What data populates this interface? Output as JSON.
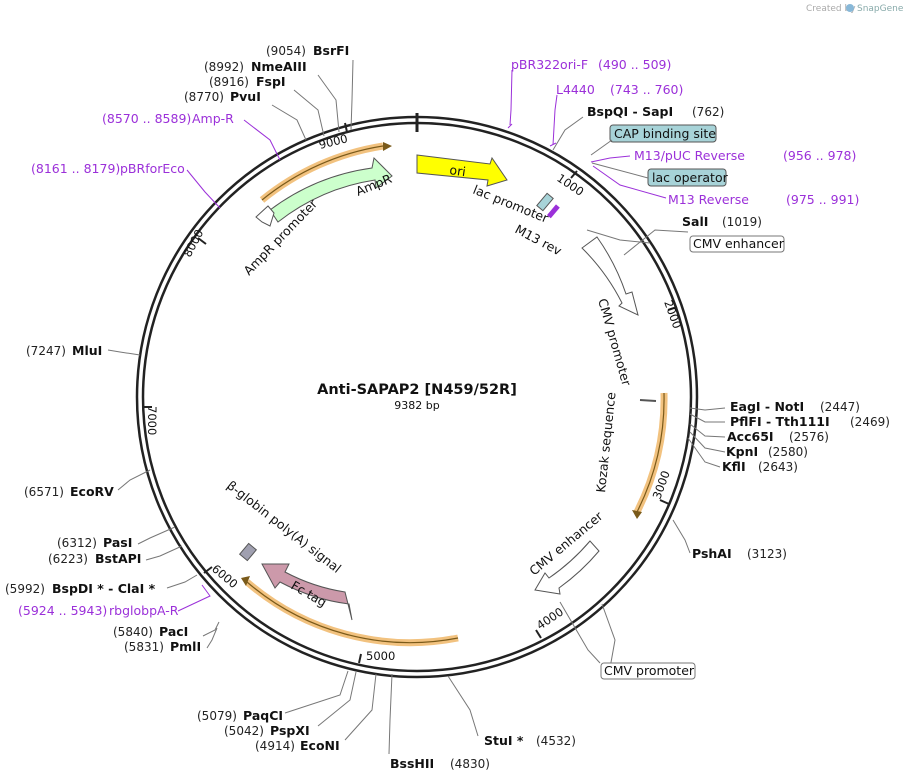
{
  "header": {
    "created_by": "Created by",
    "brand": "SnapGene"
  },
  "map": {
    "name": "Anti-SAPAP2 [N459/52R]",
    "length": "9382 bp"
  },
  "ticks": [
    "1000",
    "2000",
    "3000",
    "4000",
    "5000",
    "6000",
    "7000",
    "8000",
    "9000"
  ],
  "enzymes": [
    {
      "pos": "(9054)",
      "name": "BsrFI"
    },
    {
      "pos": "(8992)",
      "name": "NmeAIII"
    },
    {
      "pos": "(8916)",
      "name": "FspI"
    },
    {
      "pos": "(8770)",
      "name": "PvuI"
    },
    {
      "pos": "(762)",
      "name": "BspQI - SapI"
    },
    {
      "pos": "(1019)",
      "name": "SalI"
    },
    {
      "pos": "(2447)",
      "name": "EagI - NotI"
    },
    {
      "pos": "(2469)",
      "name": "PflFI - Tth111I"
    },
    {
      "pos": "(2576)",
      "name": "Acc65I"
    },
    {
      "pos": "(2580)",
      "name": "KpnI"
    },
    {
      "pos": "(2643)",
      "name": "KflI"
    },
    {
      "pos": "(3123)",
      "name": "PshAI"
    },
    {
      "pos": "(4532)",
      "name": "StuI *"
    },
    {
      "pos": "(4830)",
      "name": "BssHII"
    },
    {
      "pos": "(4914)",
      "name": "EcoNI"
    },
    {
      "pos": "(5042)",
      "name": "PspXI"
    },
    {
      "pos": "(5079)",
      "name": "PaqCI"
    },
    {
      "pos": "(5831)",
      "name": "PmlI"
    },
    {
      "pos": "(5840)",
      "name": "PacI"
    },
    {
      "pos": "(5992)",
      "name": "BspDI * - ClaI *"
    },
    {
      "pos": "(6223)",
      "name": "BstAPI"
    },
    {
      "pos": "(6312)",
      "name": "PasI"
    },
    {
      "pos": "(6571)",
      "name": "EcoRV"
    },
    {
      "pos": "(7247)",
      "name": "MluI"
    }
  ],
  "primers": [
    {
      "name": "pBR322ori-F",
      "range": "(490 .. 509)"
    },
    {
      "name": "L4440",
      "range": "(743 .. 760)"
    },
    {
      "name": "M13/pUC Reverse",
      "range": "(956 .. 978)"
    },
    {
      "name": "M13 Reverse",
      "range": "(975 .. 991)"
    },
    {
      "name": "Amp-R",
      "range": "(8570 .. 8589)"
    },
    {
      "name": "pBRforEco",
      "range": "(8161 .. 8179)"
    },
    {
      "name": "rbglobpA-R",
      "range": "(5924 .. 5943)"
    }
  ],
  "boxed_features": [
    "CAP binding site",
    "lac operator",
    "CMV enhancer",
    "CMV promoter"
  ],
  "features": [
    "ori",
    "lac promoter",
    "M13 rev",
    "AmpR",
    "AmpR promoter",
    "CMV promoter",
    "Kozak sequence",
    "CMV enhancer",
    "Fc tag",
    "β-globin poly(A) signal"
  ],
  "colors": {
    "primer": "#9b30d9",
    "box_teal": "#a7d3d8",
    "ori": "#ffff00",
    "ampr": "#ccffcc",
    "fc_tag": "#cc99aa",
    "orf": "#f2c27f",
    "polya": "#a0a0b0"
  }
}
